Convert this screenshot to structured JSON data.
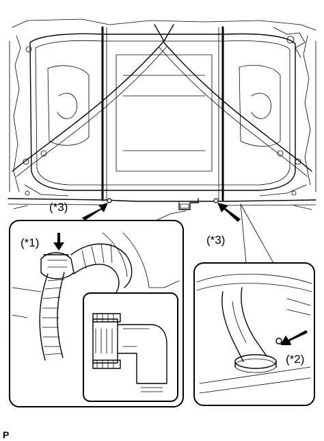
{
  "callouts": {
    "c1": "(*1)",
    "c2": "(*2)",
    "c3_left": "(*3)",
    "c3_right": "(*3)"
  },
  "page_marker": "P"
}
